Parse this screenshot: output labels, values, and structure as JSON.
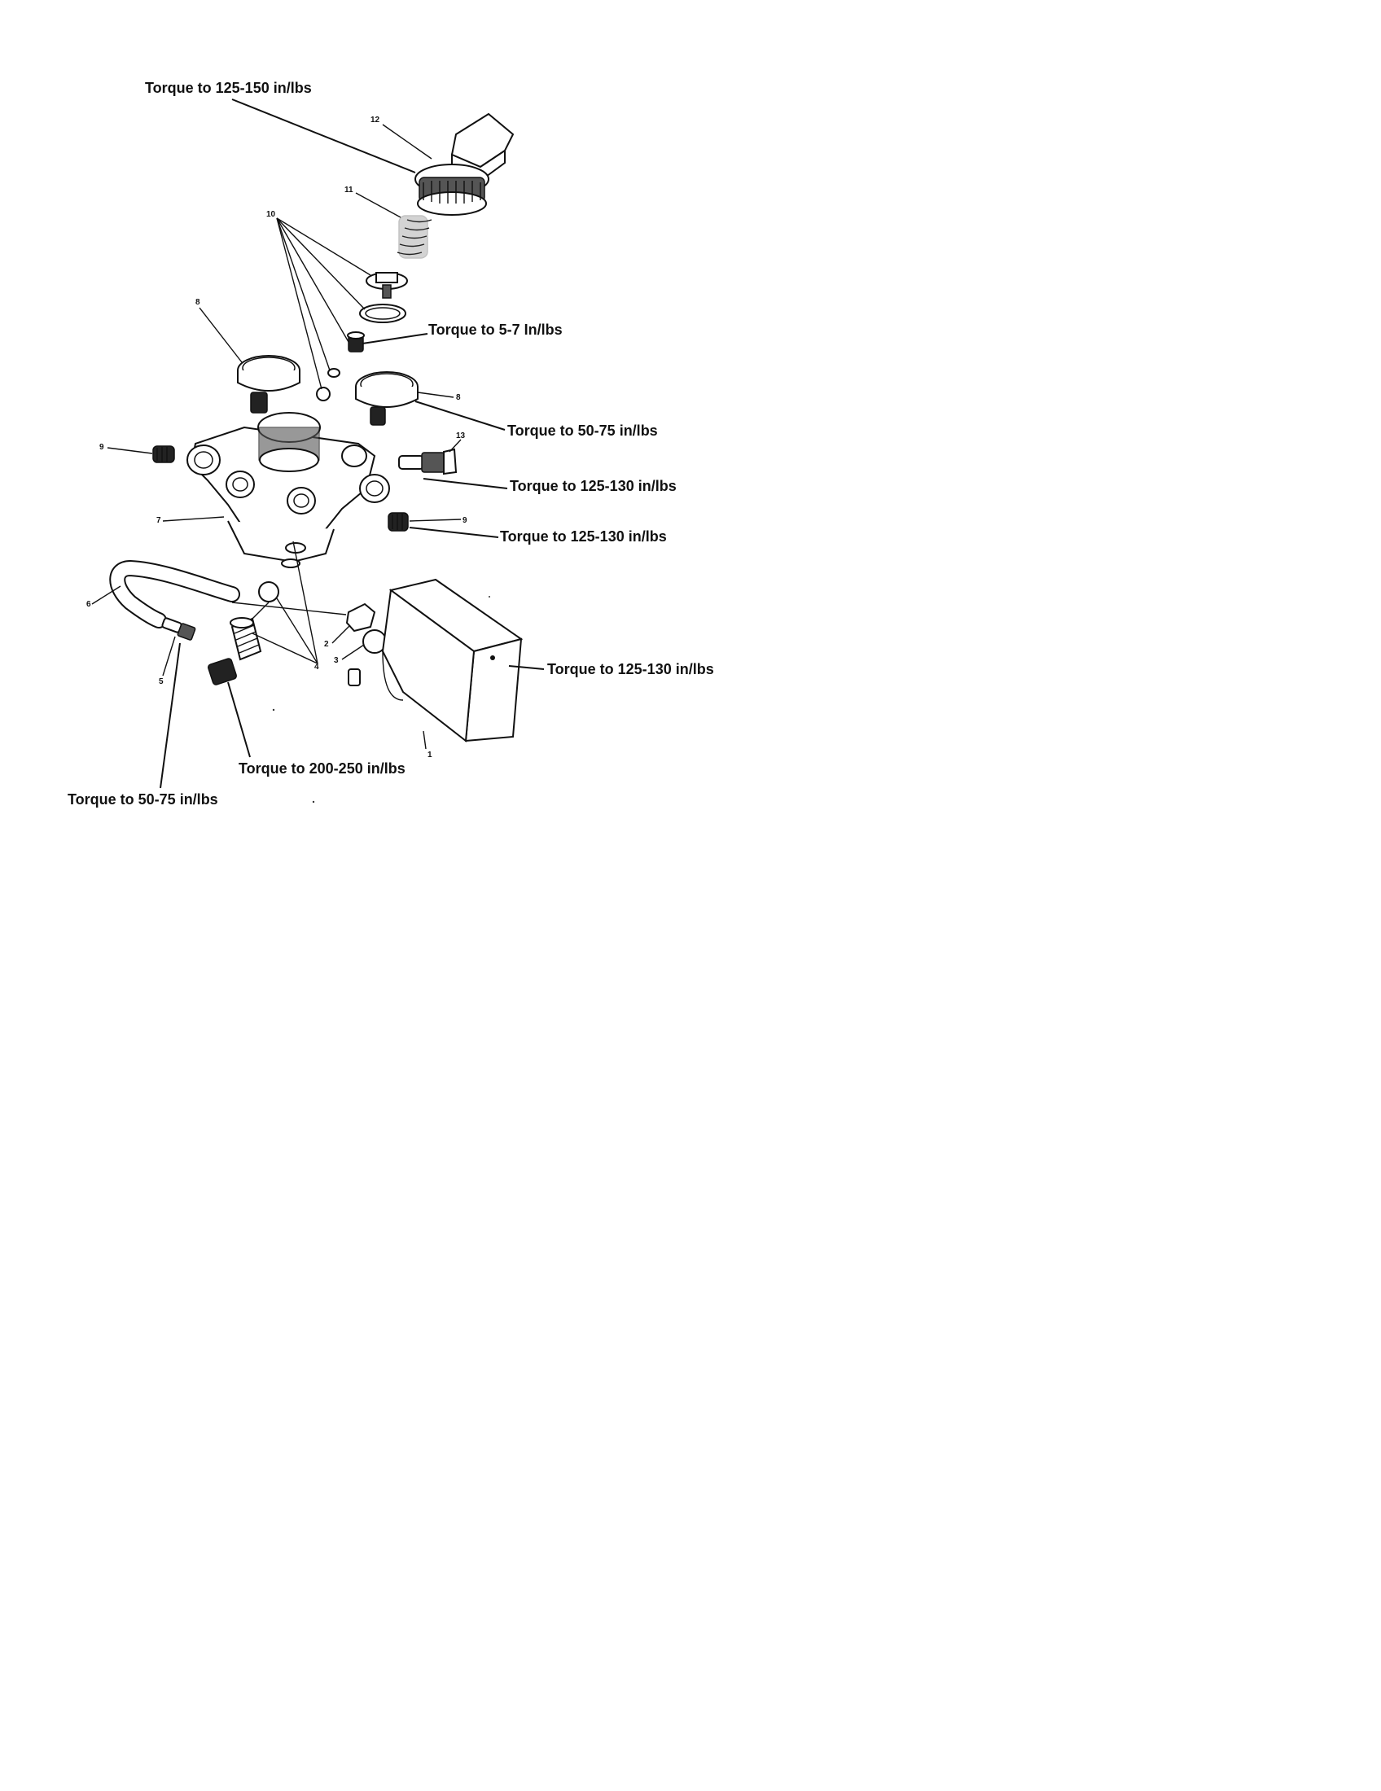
{
  "torque_labels": {
    "t_top": "Torque to 125-150 in/lbs",
    "t_5_7": "Torque to 5-7 In/lbs",
    "t_50_75_right": "Torque to 50-75 in/lbs",
    "t_125_130_a": "Torque to 125-130 in/lbs",
    "t_125_130_b": "Torque to 125-130 in/lbs",
    "t_125_130_c": "Torque to 125-130 in/lbs",
    "t_200_250": "Torque to 200-250 in/lbs",
    "t_50_75_bottom": "Torque to 50-75 in/lbs"
  },
  "part_numbers": {
    "p1": "1",
    "p2": "2",
    "p3": "3",
    "p4": "4",
    "p5": "5",
    "p6": "6",
    "p7": "7",
    "p8a": "8",
    "p8b": "8",
    "p9a": "9",
    "p9b": "9",
    "p10": "10",
    "p11": "11",
    "p12": "12",
    "p13": "13"
  }
}
